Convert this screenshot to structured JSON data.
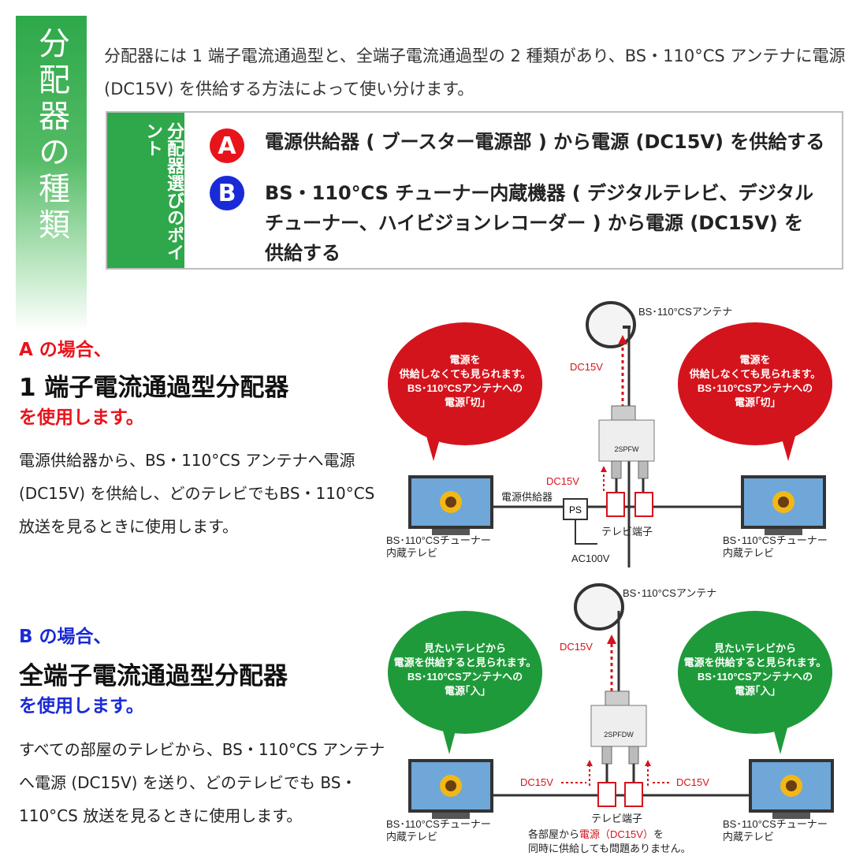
{
  "banner": {
    "title": "分配器の種類"
  },
  "intro": "分配器には 1 端子電流通過型と、全端子電流通過型の 2 種類があり、BS・110°CS アンテナに電源 (DC15V) を供給する方法によって使い分けます。",
  "point": {
    "label": "分配器選びのポイント",
    "a_badge": "A",
    "a_text": "電源供給器 ( ブースター電源部 ) から電源 (DC15V) を供給する",
    "b_badge": "B",
    "b_text": "BS・110°CS チューナー内蔵機器 ( デジタルテレビ、デジタルチューナー、ハイビジョンレコーダー ) から電源 (DC15V) を供給する"
  },
  "case_a": {
    "label": "A の場合、",
    "heading": "1 端子電流通過型分配器",
    "use": "を使用します。",
    "desc": "電源供給器から、BS・110°CS アンテナへ電源 (DC15V) を供給し、どのテレビでもBS・110°CS 放送を見るときに使用します。",
    "diagram": {
      "antenna": "BS･110°CSアンテナ",
      "dc_top": "DC15V",
      "dc_mid": "DC15V",
      "bubble_left": [
        "電源を",
        "供給しなくても見られます。",
        "BS･110°CSアンテナへの",
        "電源｢切｣"
      ],
      "bubble_right": [
        "電源を",
        "供給しなくても見られます。",
        "BS･110°CSアンテナへの",
        "電源｢切｣"
      ],
      "power_supply": "電源供給器",
      "ps": "PS",
      "outlet": "テレビ端子",
      "ac": "AC100V",
      "tv_left": [
        "BS･110°CSチューナー",
        "内蔵テレビ"
      ],
      "tv_right": [
        "BS･110°CSチューナー",
        "内蔵テレビ"
      ],
      "splitter_model": "2SPFW"
    }
  },
  "case_b": {
    "label": "B の場合、",
    "heading": "全端子電流通過型分配器",
    "use": "を使用します。",
    "desc": "すべての部屋のテレビから、BS・110°CS アンテナへ電源 (DC15V) を送り、どのテレビでも BS・110°CS 放送を見るときに使用します。",
    "diagram": {
      "antenna": "BS･110°CSアンテナ",
      "dc_top": "DC15V",
      "dc_left": "DC15V",
      "dc_right": "DC15V",
      "bubble_left": [
        "見たいテレビから",
        "電源を供給すると見られます。",
        "BS･110°CSアンテナへの",
        "電源｢入｣"
      ],
      "bubble_right": [
        "見たいテレビから",
        "電源を供給すると見られます。",
        "BS･110°CSアンテナへの",
        "電源｢入｣"
      ],
      "outlet": "テレビ端子",
      "note_pre": "各部屋から",
      "note_red": "電源（DC15V）",
      "note_post": "を",
      "note_line2": "同時に供給しても問題ありません。",
      "tv_left": [
        "BS･110°CSチューナー",
        "内蔵テレビ"
      ],
      "tv_right": [
        "BS･110°CSチューナー",
        "内蔵テレビ"
      ],
      "splitter_model": "2SPFDW"
    }
  },
  "colors": {
    "green": "#2ea84a",
    "red": "#e8141c",
    "blue": "#1a2ad6",
    "bubble_red": "#d4141c",
    "bubble_green": "#1f9a3a"
  }
}
